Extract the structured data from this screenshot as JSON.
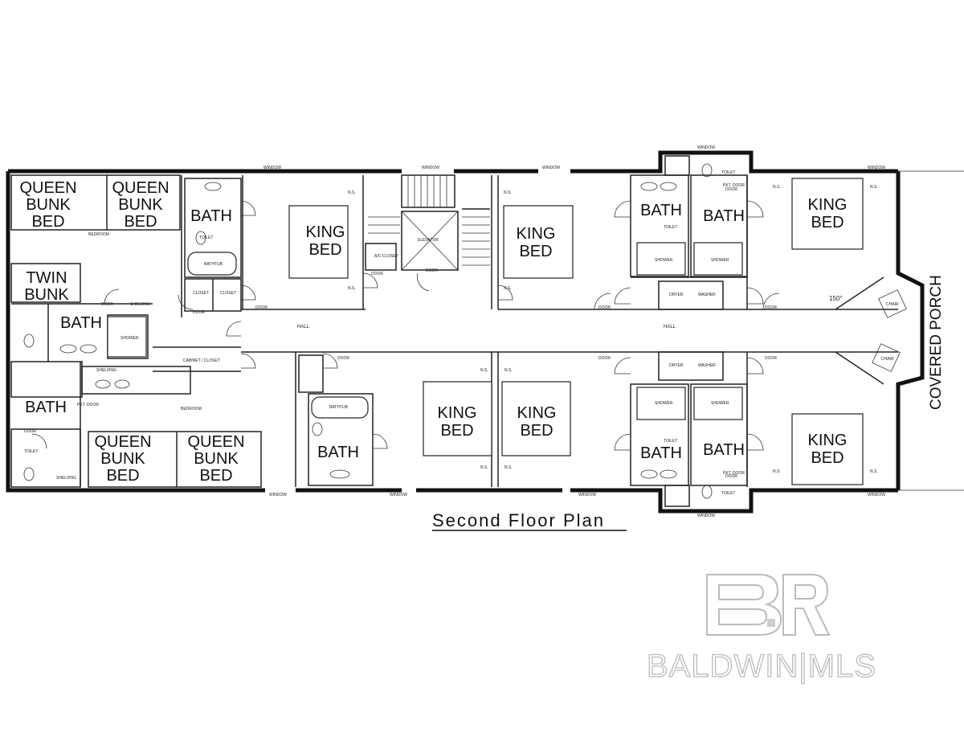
{
  "plan": {
    "title": "Second Floor Plan",
    "covered_porch": "COVERED PORCH"
  },
  "rooms": {
    "queen_bunk_1": [
      "QUEEN",
      "BUNK",
      "BED"
    ],
    "queen_bunk_2": [
      "QUEEN",
      "BUNK",
      "BED"
    ],
    "queen_bunk_3": [
      "QUEEN",
      "BUNK",
      "BED"
    ],
    "queen_bunk_4": [
      "QUEEN",
      "BUNK",
      "BED"
    ],
    "twin_bunk": [
      "TWIN",
      "BUNK"
    ],
    "king_bed": [
      "KING",
      "BED"
    ],
    "bath": "BATH",
    "elevator": "ELEVATOR",
    "hall": "HALL",
    "bedroom": "BEDROOM"
  },
  "small_labels": {
    "window": "WINDOW",
    "door": "DOOR",
    "closet": "CLOSET",
    "toilet": "TOILET",
    "sink": "SINK",
    "shower": "SHOWER",
    "bathtub": "BATHTUB",
    "dryer": "DRYER",
    "washer": "WASHER",
    "ns": "N.S.",
    "angle": "150°",
    "chair": "CHAIR",
    "shelving": "SHELVING",
    "cabinet_closet": "CABINET / CLOSET",
    "ac_closet": "A/C CLOSET",
    "pkt_door": "PKT. DOOR"
  },
  "watermark": {
    "mark": "BR",
    "text": "BALDWIN|MLS"
  }
}
